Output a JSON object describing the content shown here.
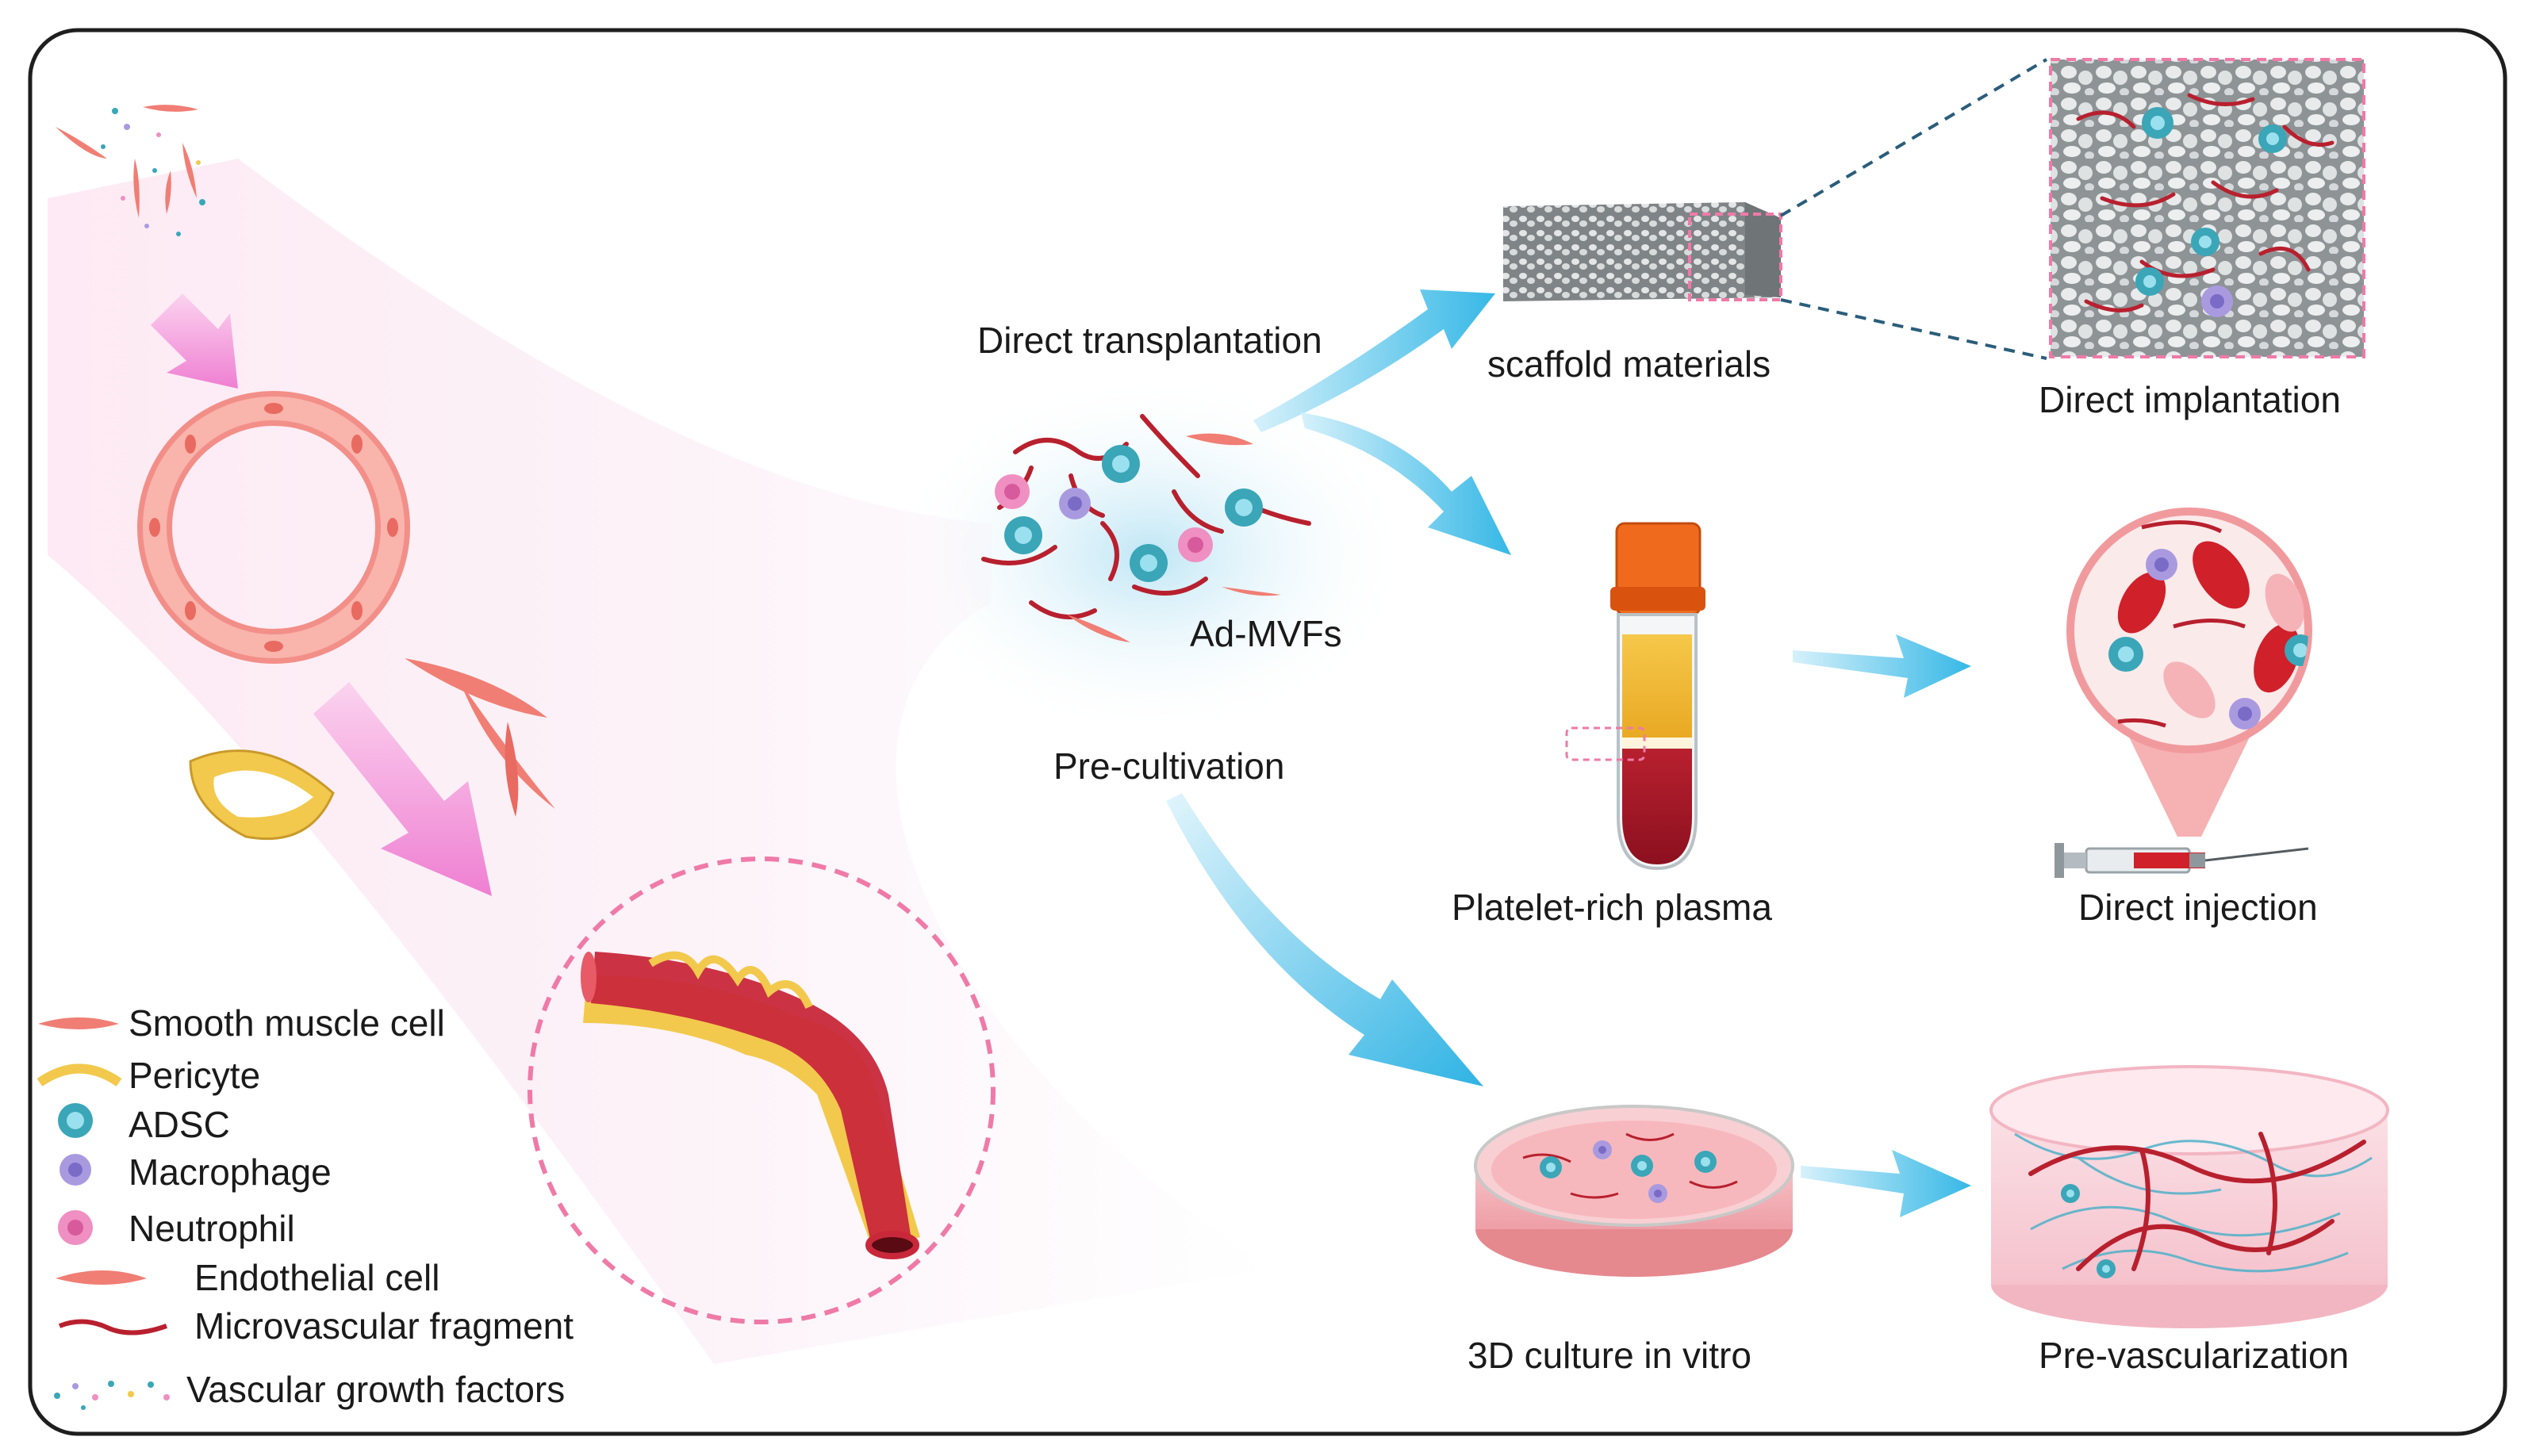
{
  "labels": {
    "direct_transplantation": "Direct transplantation",
    "pre_cultivation": "Pre-cultivation",
    "ad_mvfs": "Ad-MVFs",
    "scaffold_materials": "scaffold materials",
    "direct_implantation": "Direct implantation",
    "platelet_rich_plasma": "Platelet-rich plasma",
    "direct_injection": "Direct injection",
    "culture_3d": "3D culture in vitro",
    "pre_vascularization": "Pre-vascularization"
  },
  "legend": [
    {
      "icon": "smooth-muscle-cell-icon",
      "label": "Smooth muscle cell"
    },
    {
      "icon": "pericyte-icon",
      "label": "Pericyte"
    },
    {
      "icon": "adsc-icon",
      "label": "ADSC"
    },
    {
      "icon": "macrophage-icon",
      "label": "Macrophage"
    },
    {
      "icon": "neutrophil-icon",
      "label": "Neutrophil"
    },
    {
      "icon": "endothelial-cell-icon",
      "label": "Endothelial cell"
    },
    {
      "icon": "microvascular-fragment-icon",
      "label": "Microvascular fragment"
    },
    {
      "icon": "vascular-growth-factors-icon",
      "label": "Vascular growth factors"
    }
  ],
  "colors": {
    "arrow_blue": "#36b8e6",
    "arrow_pink": "#f28ad6",
    "cell_salmon": "#f07e74",
    "pericyte_yellow": "#f2c94c",
    "adsc_teal": "#3aa6b8",
    "macrophage_purple": "#a99ae0",
    "neutrophil_pink": "#ef8fc2",
    "vessel_red": "#b8202e",
    "frame": "#222222"
  }
}
